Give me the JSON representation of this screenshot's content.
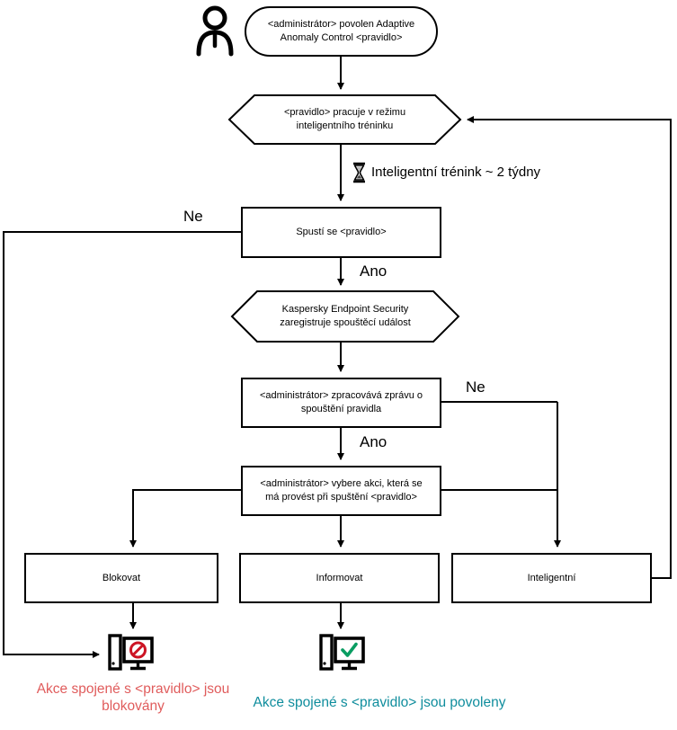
{
  "diagram": {
    "nodes": {
      "start": "<administrátor> povolen Adaptive Anomaly Control <pravidlo>",
      "training_mode": "<pravidlo> pracuje v režimu inteligentního tréninku",
      "training_note": "Inteligentní trénink ~ 2 týdny",
      "rule_triggers": "Spustí se <pravidlo>",
      "registers_event": "Kaspersky Endpoint Security zaregistruje spouštěcí událost",
      "admin_processes_report": "<administrátor> zpracovává zprávu o spouštění pravidla",
      "admin_selects_action": "<administrátor> vybere akci, která se má provést při spuštění <pravidlo>",
      "action_block": "Blokovat",
      "action_inform": "Informovat",
      "action_smart": "Inteligentní"
    },
    "edge_labels": {
      "no_left": "Ne",
      "yes_first": "Ano",
      "no_right": "Ne",
      "yes_second": "Ano"
    },
    "outcomes": {
      "blocked": "Akce spojené s <pravidlo> jsou blokovány",
      "allowed": "Akce spojené s <pravidlo> jsou povoleny"
    },
    "colors": {
      "line": "#000000",
      "blocked_text": "#e05c5c",
      "allowed_text": "#0f8d9d",
      "prohibit_red": "#cc1424",
      "check_green": "#0a9d62"
    }
  }
}
